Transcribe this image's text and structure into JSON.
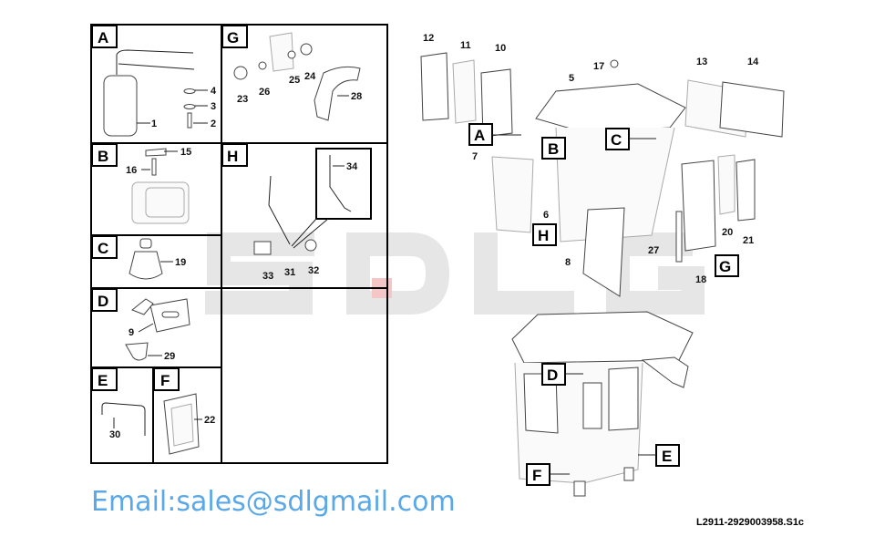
{
  "watermark": {
    "logo": "SDLG",
    "email": "Email:sales@sdlgmail.com"
  },
  "reference": "L2911-2929003958.S1c",
  "detail_panels": [
    {
      "id": "A",
      "parts": [
        "1",
        "2",
        "3",
        "4"
      ]
    },
    {
      "id": "B",
      "parts": [
        "15",
        "16"
      ]
    },
    {
      "id": "C",
      "parts": [
        "19"
      ]
    },
    {
      "id": "D",
      "parts": [
        "9",
        "29"
      ]
    },
    {
      "id": "E",
      "parts": [
        "30"
      ]
    },
    {
      "id": "F",
      "parts": [
        "22"
      ]
    },
    {
      "id": "G",
      "parts": [
        "23",
        "24",
        "25",
        "26",
        "28"
      ]
    },
    {
      "id": "H",
      "parts": [
        "31",
        "32",
        "33",
        "34"
      ]
    }
  ],
  "main_callouts": {
    "numbers": [
      "12",
      "11",
      "10",
      "17",
      "5",
      "13",
      "14",
      "7",
      "6",
      "8",
      "27",
      "20",
      "21",
      "18"
    ],
    "letters": [
      "A",
      "B",
      "C",
      "H",
      "G",
      "D",
      "E",
      "F"
    ]
  }
}
